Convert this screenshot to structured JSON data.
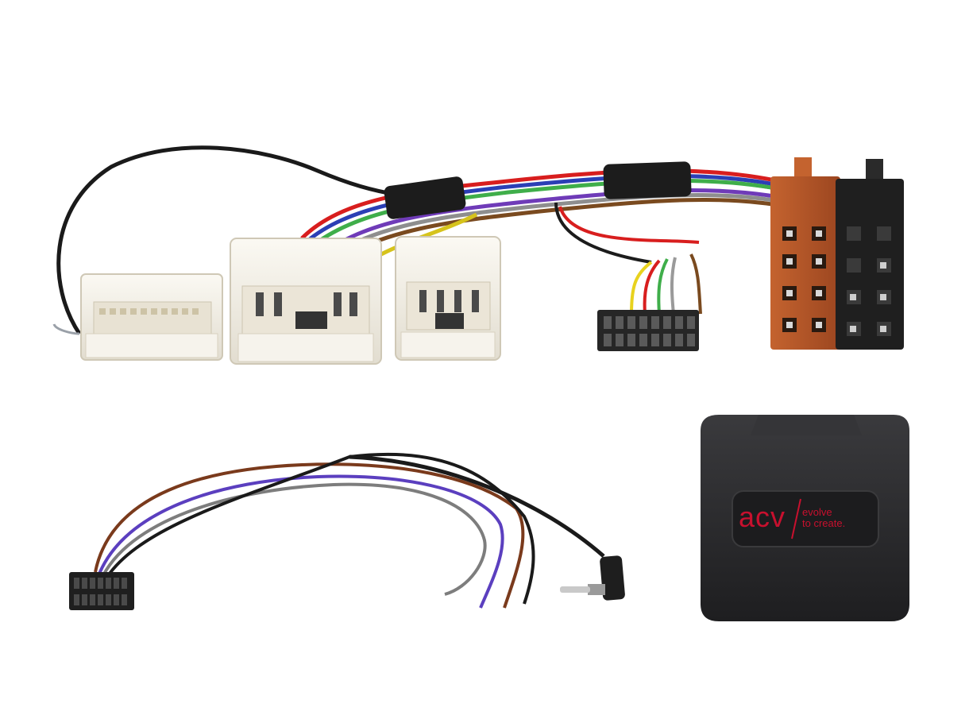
{
  "brand": {
    "logo": "acv",
    "tagline_line1": "evolve",
    "tagline_line2": "to create."
  },
  "colors": {
    "logo_red": "#c8102e",
    "box_black": "#2b2b2d",
    "iso_orange": "#b5562a",
    "iso_black": "#1f1f1f",
    "connector_white": "#f1eee6"
  },
  "icons": [
    "iso-connector-icon",
    "jack-plug-icon",
    "interface-box-icon"
  ]
}
